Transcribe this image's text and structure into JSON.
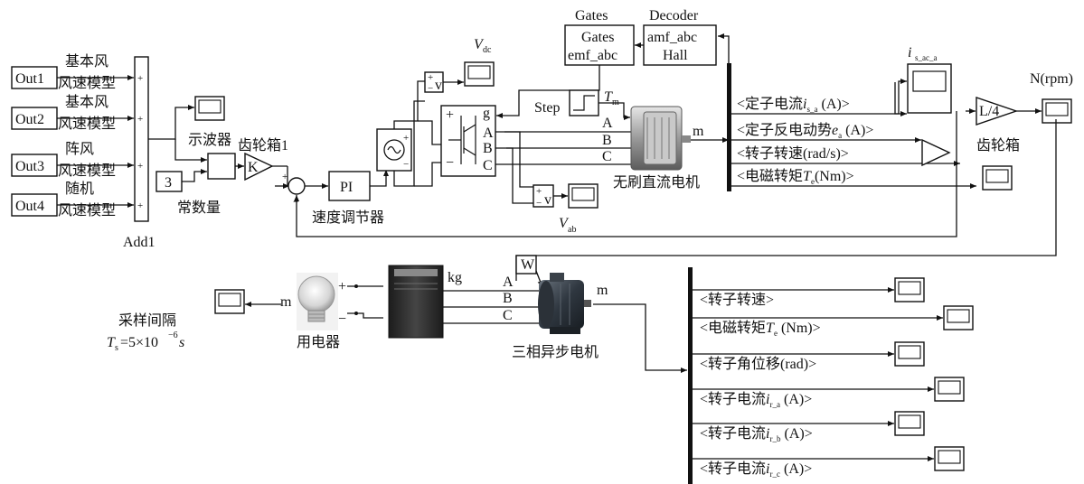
{
  "wind_sources": [
    {
      "port": "Out1",
      "line1": "基本风",
      "line2": "风速模型"
    },
    {
      "port": "Out2",
      "line1": "基本风",
      "line2": "风速模型"
    },
    {
      "port": "Out3",
      "line1": "阵风",
      "line2": "风速模型"
    },
    {
      "port": "Out4",
      "line1": "随机",
      "line2": "风速模型"
    }
  ],
  "add1_label": "Add1",
  "add1_signs": [
    "+",
    "+",
    "+",
    "+"
  ],
  "scope_label": "示波器",
  "constant": {
    "value": "3",
    "label": "常数量"
  },
  "gear1": {
    "gain": "K",
    "label": "齿轮箱1"
  },
  "sum_signs": [
    "+",
    "−"
  ],
  "pi": {
    "text": "PI",
    "label": "速度调节器"
  },
  "vdc": {
    "meter": "v",
    "label_main": "V",
    "label_sub": "dc",
    "signs": [
      "+",
      "−"
    ]
  },
  "vab": {
    "meter": "v",
    "label_main": "V",
    "label_sub": "ab",
    "signs": [
      "+",
      "−"
    ]
  },
  "source_signs": [
    "+",
    "−"
  ],
  "gates": {
    "title": "Gates",
    "line1": "Gates",
    "line2": "emf_abc"
  },
  "decoder": {
    "title": "Decoder",
    "line1": "amf_abc",
    "line2": "Hall"
  },
  "step": {
    "label": "Step",
    "tm_main": "T",
    "tm_sub": "m"
  },
  "inverter": {
    "port_g": "g",
    "port_plus": "+",
    "port_minus": "−",
    "ports": [
      "A",
      "B",
      "C"
    ]
  },
  "bus_phases": [
    "A",
    "B",
    "C"
  ],
  "bldc": {
    "label": "无刷直流电机",
    "port_m": "m"
  },
  "bldc_signals": [
    {
      "pre": "<定子电流",
      "var": "i",
      "sub": "s_a",
      "post": " (A)>"
    },
    {
      "pre": "<定子反电动势",
      "var": "e",
      "sub": "a",
      "post": " (A)>"
    },
    {
      "pre": "<转子转速(rad/s)>",
      "var": "",
      "sub": "",
      "post": ""
    },
    {
      "pre": "<电磁转矩",
      "var": "T",
      "sub": "e",
      "post": "(Nm)>"
    }
  ],
  "isabc": {
    "main": "i",
    "sub": "s_ac_a"
  },
  "gearbox": {
    "gain": "L/4",
    "label": "齿轮箱",
    "out_label": "N(rpm)"
  },
  "w_label": "W",
  "load": {
    "label": "用电器",
    "plus": "+",
    "minus": "−"
  },
  "converter": {
    "port_kg": "kg",
    "ports": [
      "A",
      "B",
      "C"
    ]
  },
  "meter_m": "m",
  "asyn": {
    "label": "三相异步电机",
    "port_m": "m"
  },
  "asyn_signals": [
    {
      "pre": "<转子转速>",
      "var": "",
      "sub": "",
      "post": ""
    },
    {
      "pre": "<电磁转矩",
      "var": "T",
      "sub": "e",
      "post": " (Nm)>"
    },
    {
      "pre": "<转子角位移(rad)>",
      "var": "",
      "sub": "",
      "post": ""
    },
    {
      "pre": "<转子电流",
      "var": "i",
      "sub": "r_a",
      "post": " (A)>"
    },
    {
      "pre": "<转子电流",
      "var": "i",
      "sub": "r_b",
      "post": " (A)>"
    },
    {
      "pre": "<转子电流",
      "var": "i",
      "sub": "r_c",
      "post": " (A)>"
    }
  ],
  "sample": {
    "line1": "采样间隔",
    "ts_main": "T",
    "ts_sub": "s",
    "ts_rest": "=5×10",
    "ts_exp": "−6",
    "ts_unit": " s"
  }
}
